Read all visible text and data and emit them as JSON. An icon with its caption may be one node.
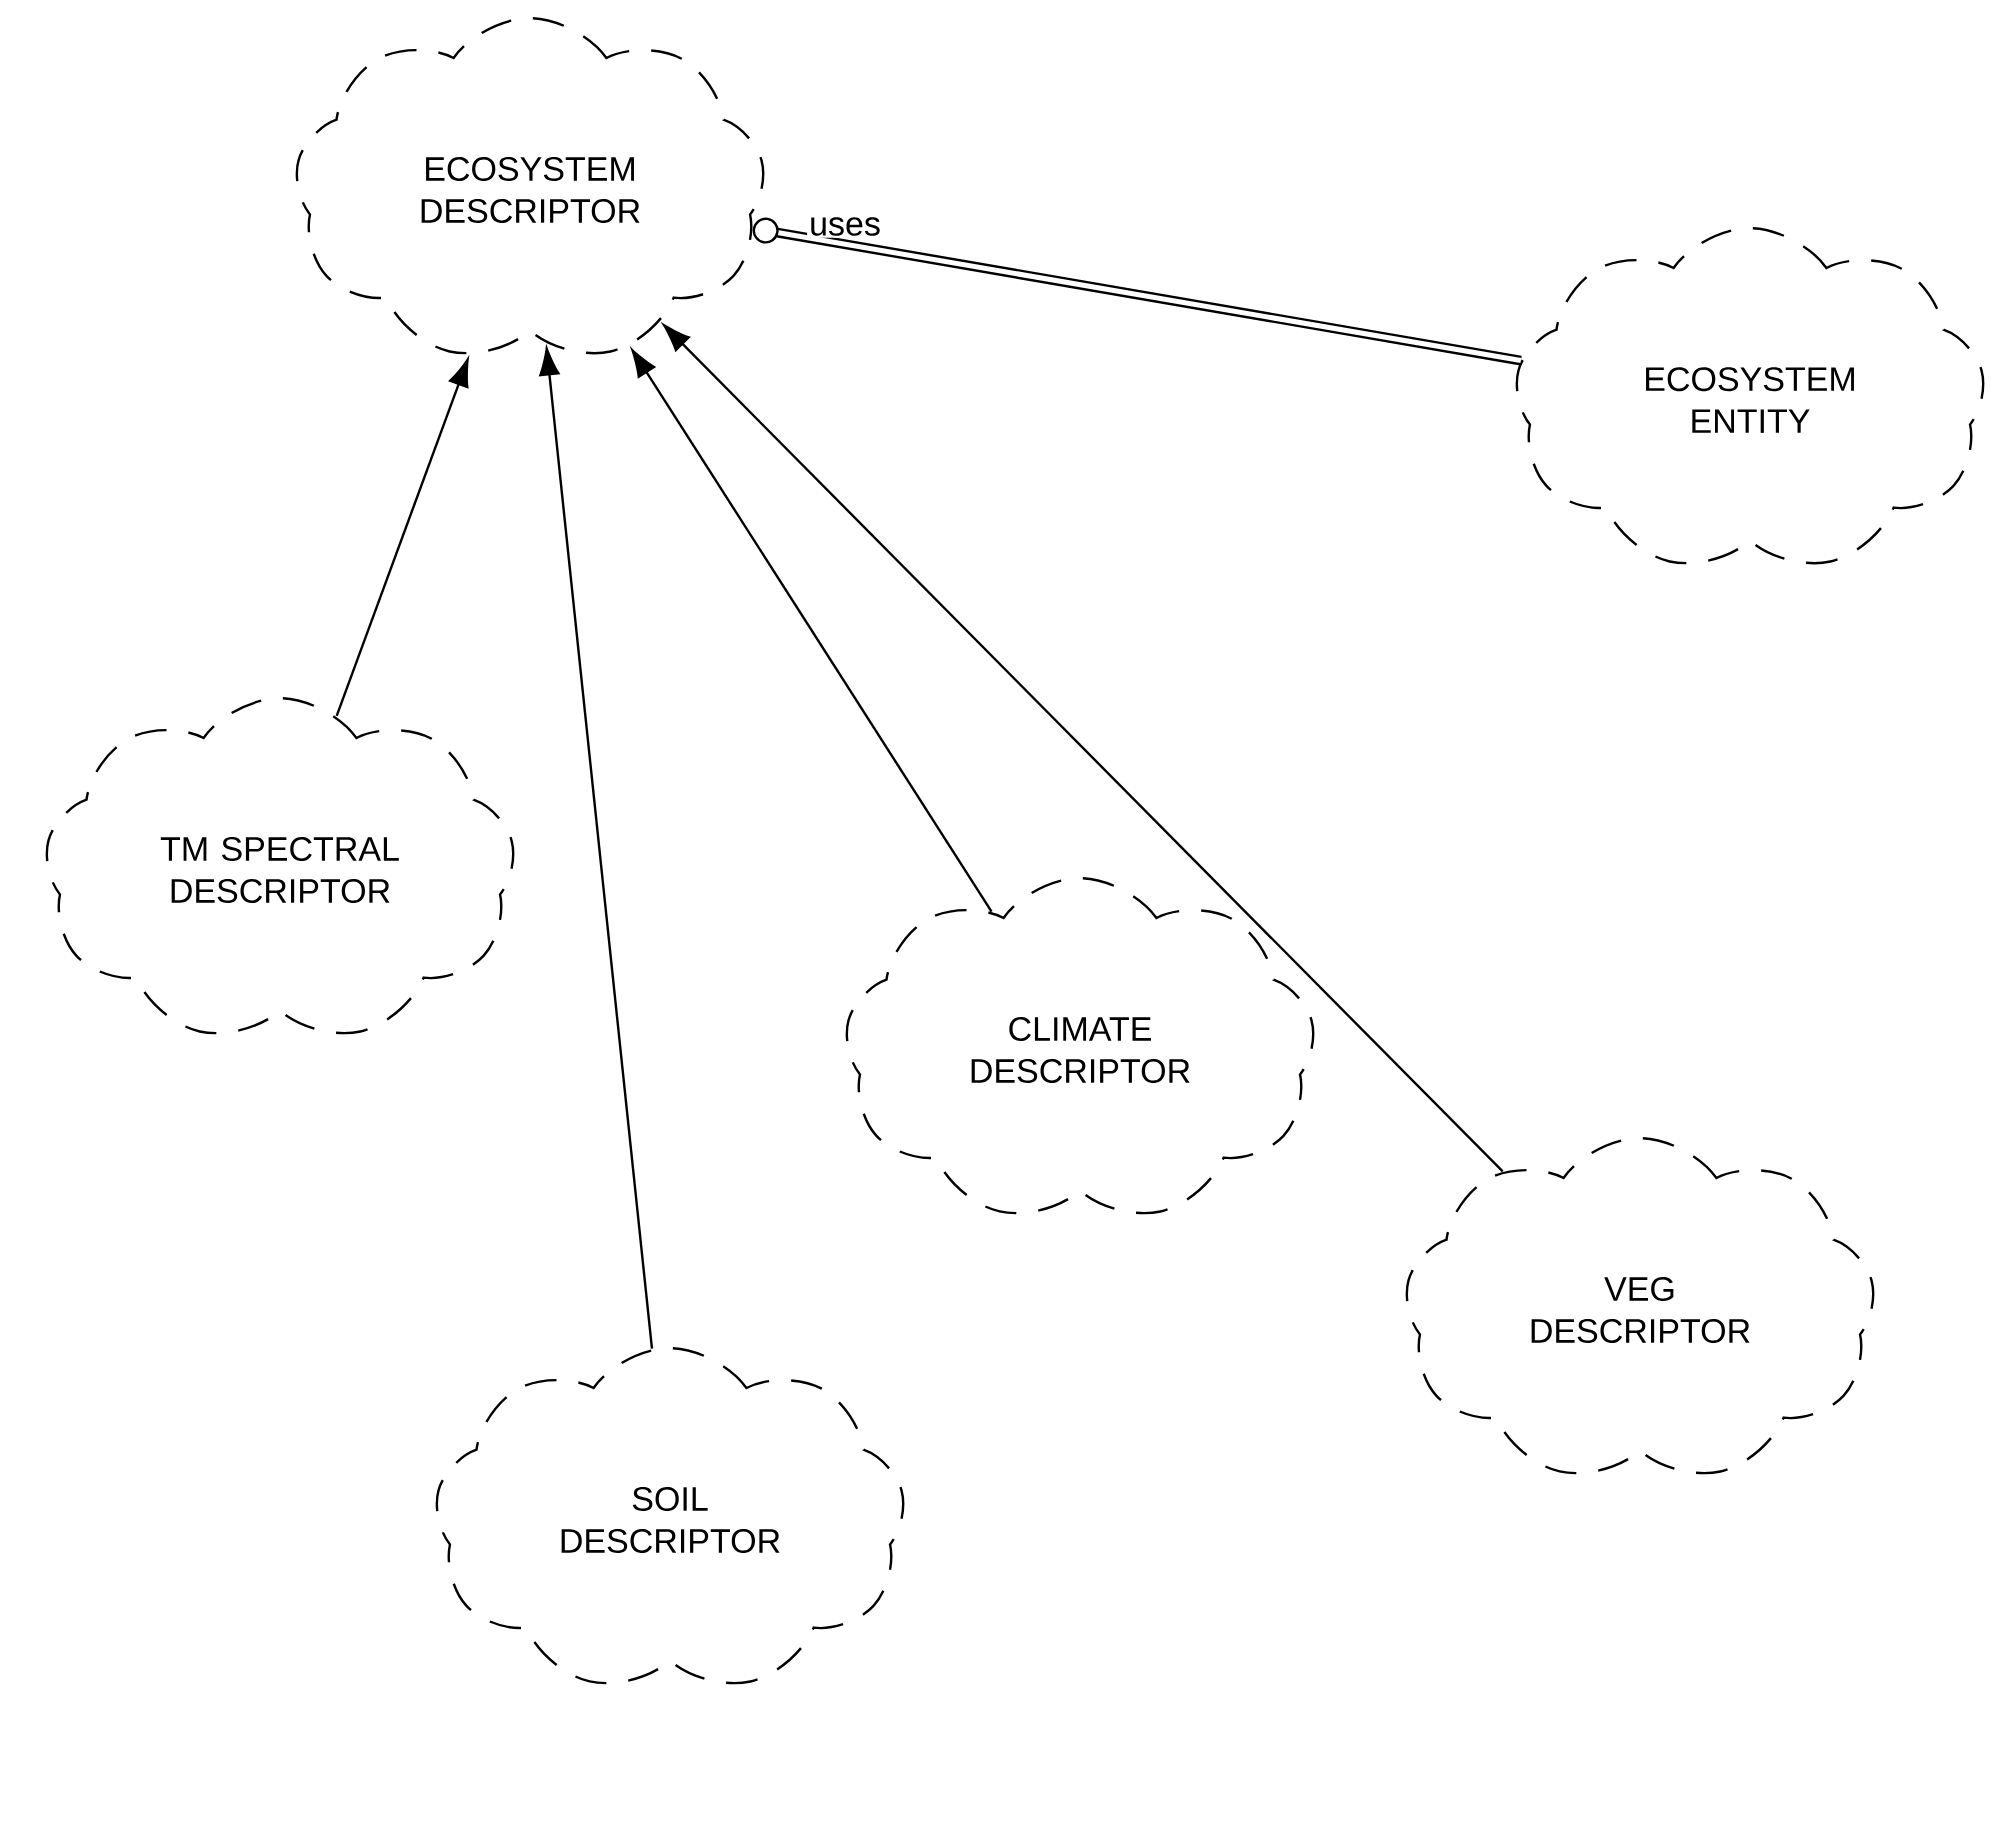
{
  "diagram": {
    "nodes": [
      {
        "text": [
          "ECOSYSTEM DESCRIPTOR"
        ]
      },
      {
        "text": [
          "ECOSYSTEM ENTITY"
        ]
      },
      {
        "text": [
          "TM SPECTRAL DESCRIPTOR"
        ]
      },
      {
        "text": [
          "CLIMATE DESCRIPTOR"
        ]
      },
      {
        "text": [
          "VEG DESCRIPTOR"
        ]
      },
      {
        "text": [
          "SOIL DESCRIPTOR"
        ]
      }
    ],
    "edges": [
      {
        "from": 0,
        "to": 1,
        "arrow": "other",
        "style": "thick",
        "label": "uses"
      },
      {
        "from": 2,
        "to": 0,
        "arrow": "to"
      },
      {
        "from": 5,
        "to": 0,
        "arrow": "to"
      },
      {
        "from": 3,
        "to": 0,
        "arrow": "to"
      },
      {
        "from": 4,
        "to": 0,
        "arrow": "to"
      }
    ]
  }
}
